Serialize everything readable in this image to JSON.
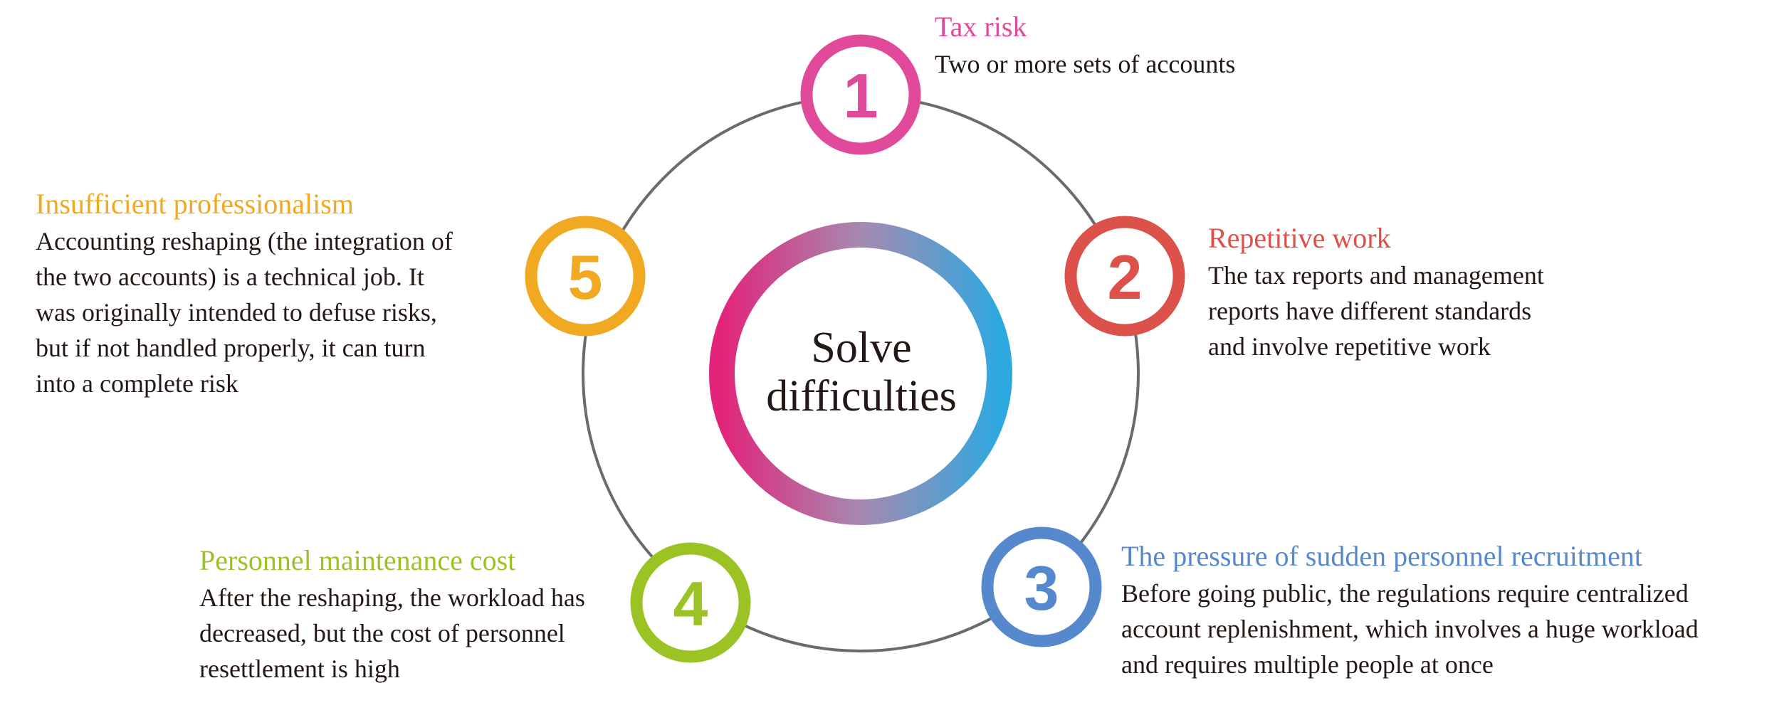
{
  "center": {
    "text": "Solve\ndifficulties",
    "gradient_colors": [
      "#e2247a",
      "#a68ab0",
      "#2ea8e0"
    ]
  },
  "ring_color": "#6b6b6b",
  "nodes": [
    {
      "number": "1",
      "color": "#e14a9b",
      "title": "Tax risk",
      "description": "Two or more sets of accounts"
    },
    {
      "number": "2",
      "color": "#dc5149",
      "title": "Repetitive work",
      "description": "The tax reports and management\nreports have different standards\nand involve repetitive work"
    },
    {
      "number": "3",
      "color": "#5588cc",
      "title": "The pressure of sudden personnel recruitment",
      "description": "Before going public, the regulations require centralized\naccount replenishment, which involves a huge workload\nand requires multiple people at once"
    },
    {
      "number": "4",
      "color": "#9cc324",
      "title": "Personnel maintenance cost",
      "description": "After the reshaping, the workload has\ndecreased, but the cost of personnel\nresettlement is high"
    },
    {
      "number": "5",
      "color": "#f2a922",
      "title": "Insufficient professionalism",
      "description": "Accounting reshaping (the integration of\nthe two accounts) is a technical job. It\nwas originally intended to defuse risks,\nbut if not handled properly, it can turn\ninto a complete risk"
    }
  ]
}
